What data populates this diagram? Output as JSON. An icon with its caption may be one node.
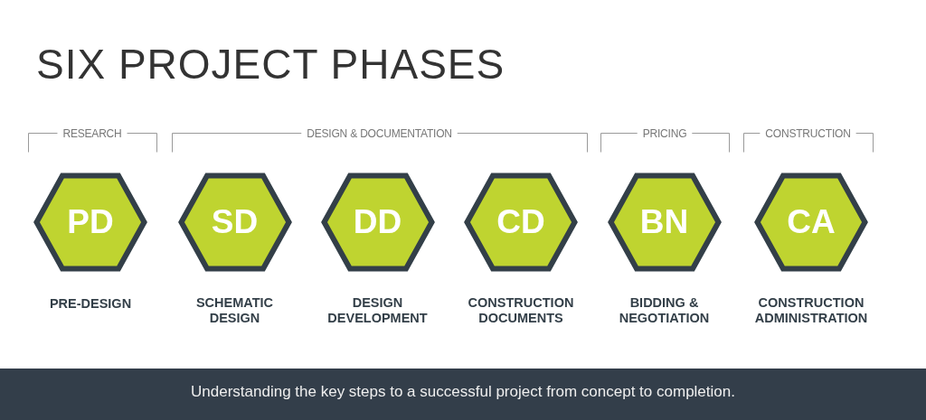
{
  "diagram": {
    "title": "SIX PROJECT PHASES",
    "caption": "Understanding the key steps to a successful project from concept to completion.",
    "nodes": [
      {
        "text": [
          "PD"
        ],
        "beside": [
          "PRE-DESIGN"
        ]
      },
      {
        "text": [
          "SD"
        ],
        "beside": [
          "SCHEMATIC DESIGN"
        ]
      },
      {
        "text": [
          "DD"
        ],
        "beside": [
          "DESIGN DEVELOPMENT"
        ]
      },
      {
        "text": [
          "CD"
        ],
        "beside": [
          "CONSTRUCTION DOCUMENTS"
        ]
      },
      {
        "text": [
          "BN"
        ],
        "beside": [
          "BIDDING & NEGOTIATION"
        ]
      },
      {
        "text": [
          "CA"
        ],
        "beside": [
          "CONSTRUCTION ADMINISTRATION"
        ]
      }
    ],
    "labels": [
      "RESEARCH",
      "DESIGN & DOCUMENTATION",
      "PRICING",
      "CONSTRUCTION"
    ]
  }
}
